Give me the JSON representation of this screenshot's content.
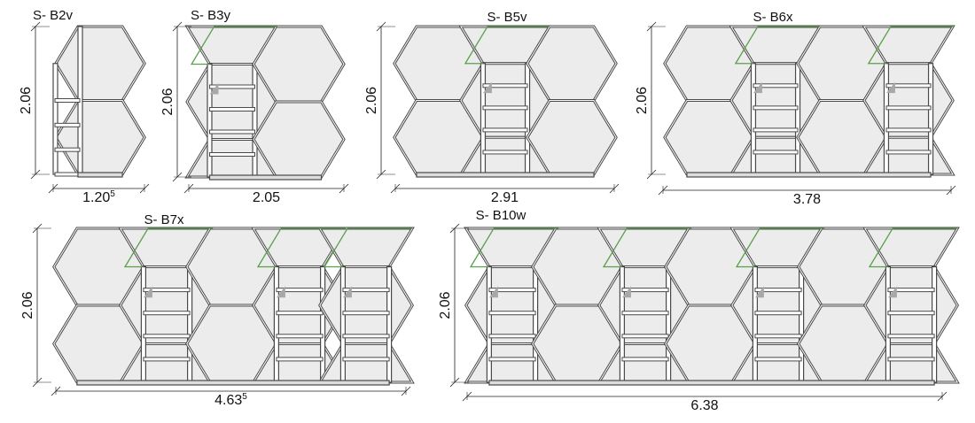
{
  "colors": {
    "frame": "#4a4a4a",
    "panel": "#ececec",
    "shelf_shade": "#a8a8a8",
    "outline": "#5aa04a"
  },
  "drawings": [
    {
      "label": "S- B2v",
      "height": "2.06",
      "width": "1.20",
      "width_sup": "5"
    },
    {
      "label": "S- B3y",
      "height": "2.06",
      "width": "2.05",
      "width_sup": ""
    },
    {
      "label": "S- B5v",
      "height": "2.06",
      "width": "2.91",
      "width_sup": ""
    },
    {
      "label": "S- B6x",
      "height": "2.06",
      "width": "3.78",
      "width_sup": ""
    },
    {
      "label": "S- B7x",
      "height": "2.06",
      "width": "4.63",
      "width_sup": "5"
    },
    {
      "label": "S- B10w",
      "height": "2.06",
      "width": "6.38",
      "width_sup": ""
    }
  ]
}
